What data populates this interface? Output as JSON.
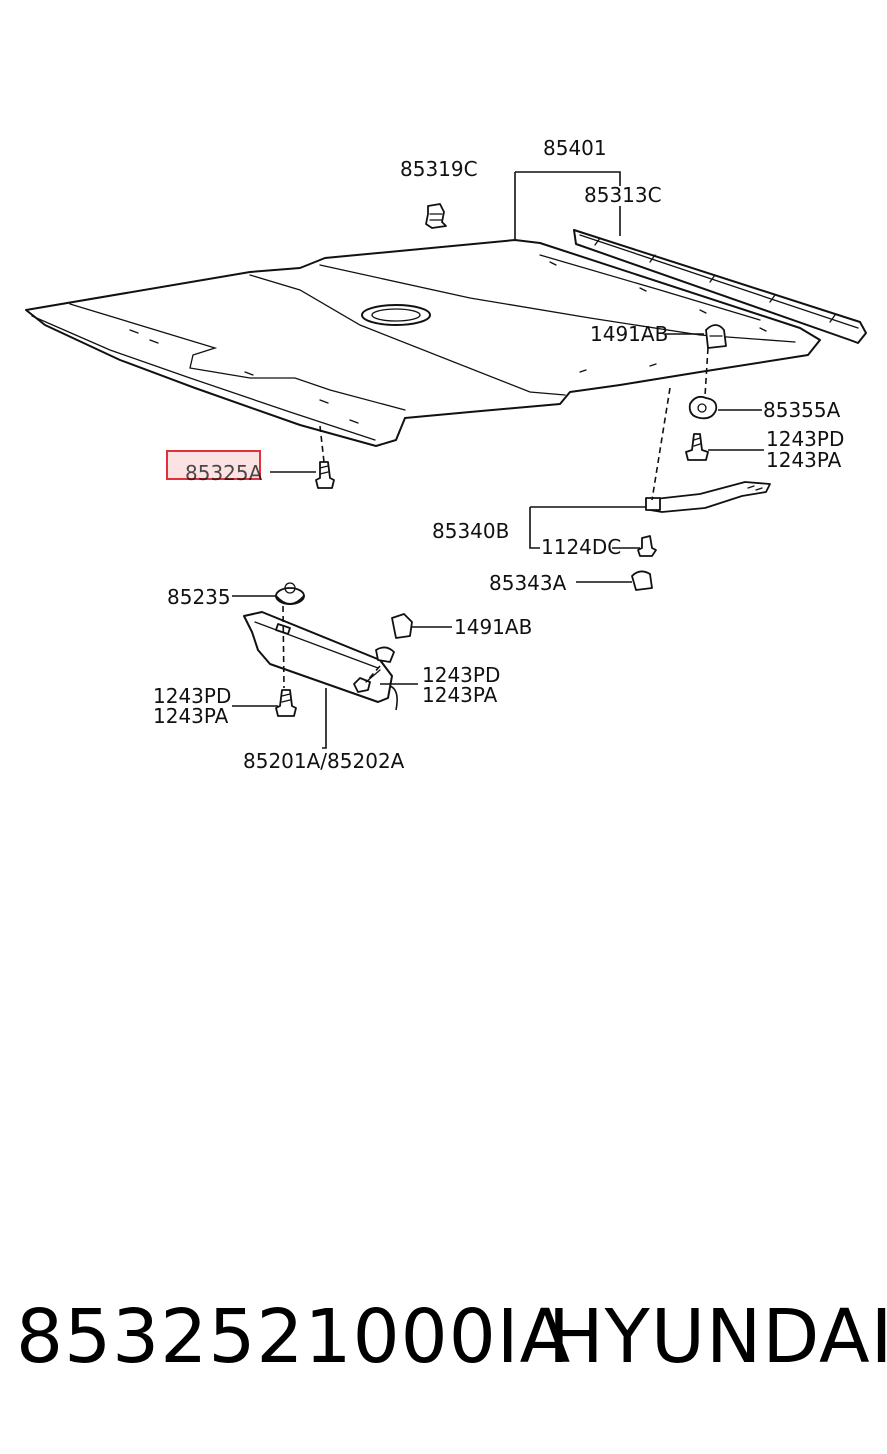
{
  "diagram": {
    "labels": {
      "p85401": "85401",
      "p85319C": "85319C",
      "p85313C": "85313C",
      "p1491AB_top": "1491AB",
      "p85355A": "85355A",
      "p1243PD_right": "1243PD",
      "p1243PA_right": "1243PA",
      "p85325A": "85325A",
      "p85340B": "85340B",
      "p1124DC": "1124DC",
      "p85343A": "85343A",
      "p85235": "85235",
      "p1491AB_lower": "1491AB",
      "p1243PD_mid": "1243PD",
      "p1243PA_mid": "1243PA",
      "p1243PD_left": "1243PD",
      "p1243PA_left": "1243PA",
      "p85201A_85202A": "85201A/85202A"
    },
    "highlight_color": "#e0303a",
    "highlighted_part": "85325A"
  },
  "footer": {
    "part_number": "8532521000IA",
    "brand": "HYUNDAI"
  }
}
